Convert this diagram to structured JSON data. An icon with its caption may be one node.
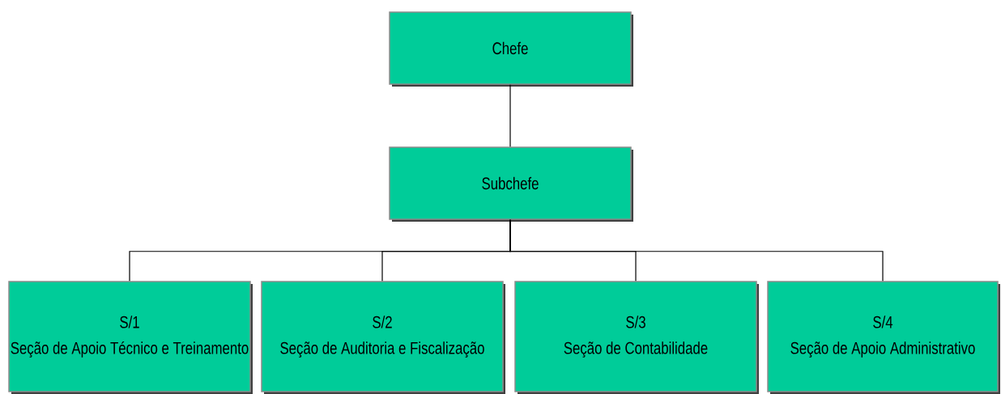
{
  "diagram": {
    "nodes": [
      {
        "text": [
          "Chefe"
        ]
      },
      {
        "text": [
          "Subchefe"
        ]
      },
      {
        "text": [
          "S/1",
          "Seção de Apoio Técnico e Treinamento"
        ]
      },
      {
        "text": [
          "S/2",
          "Seção de Auditoria e Fiscalização"
        ]
      },
      {
        "text": [
          "S/3",
          "Seção de Contabilidade"
        ]
      },
      {
        "text": [
          "S/4",
          "Seção de Apoio Administrativo"
        ]
      }
    ],
    "edges": [
      {
        "from": 0,
        "to": 1,
        "arrow": "none"
      },
      {
        "from": 1,
        "to": 2,
        "arrow": "none"
      },
      {
        "from": 1,
        "to": 3,
        "arrow": "none"
      },
      {
        "from": 1,
        "to": 4,
        "arrow": "none"
      },
      {
        "from": 1,
        "to": 5,
        "arrow": "none"
      }
    ]
  }
}
